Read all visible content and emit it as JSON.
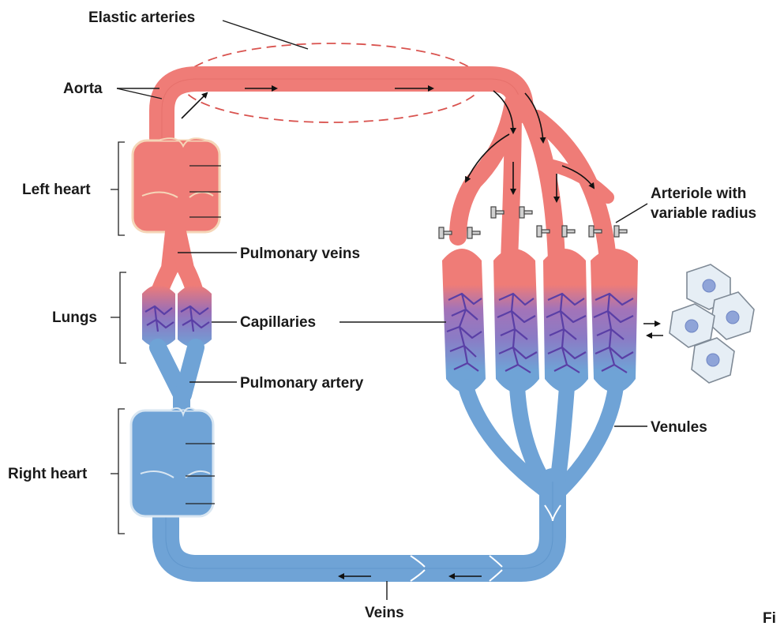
{
  "labels": {
    "elastic_arteries": "Elastic arteries",
    "aorta": "Aorta",
    "left_heart": "Left heart",
    "pulmonary_veins": "Pulmonary veins",
    "lungs": "Lungs",
    "capillaries": "Capillaries",
    "pulmonary_artery": "Pulmonary artery",
    "right_heart": "Right heart",
    "arteriole_line1": "Arteriole with",
    "arteriole_line2": "variable radius",
    "venules": "Venules",
    "veins": "Veins",
    "corner_fragment": "Fi"
  },
  "colors": {
    "arterial": "#ef7c77",
    "arterial_dark": "#d95f5a",
    "venous": "#6fa3d6",
    "venous_dark": "#4a84bf",
    "capillary": "#6a4fb0",
    "cell_fill": "#e6eef5",
    "nucleus": "#8fa4d8"
  }
}
